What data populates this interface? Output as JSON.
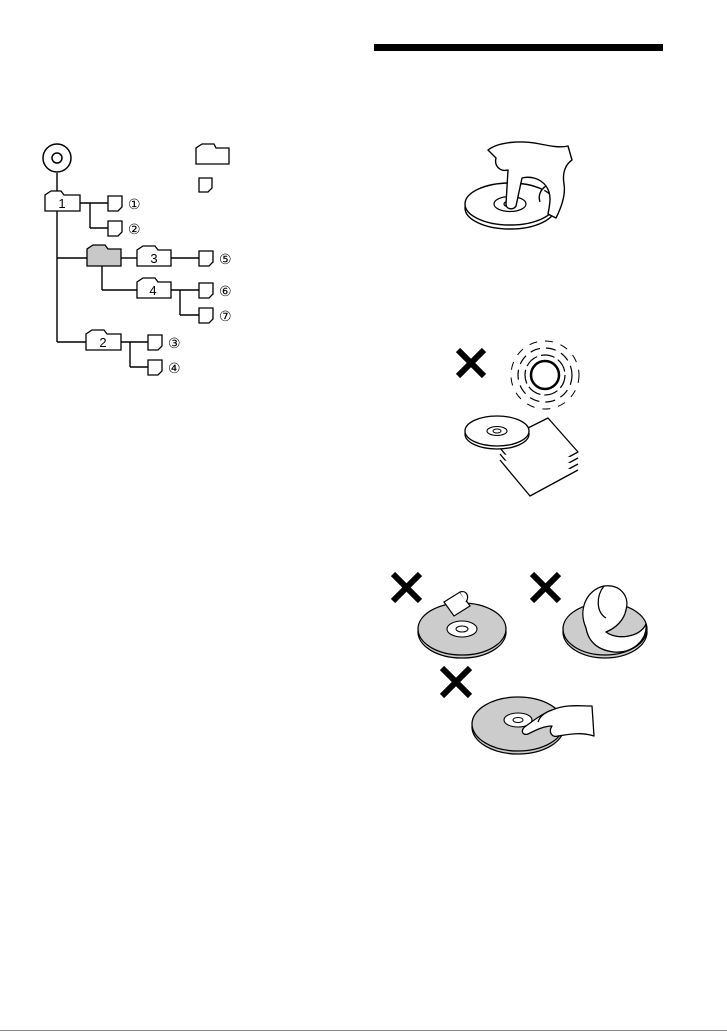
{
  "tree": {
    "folder_labels": [
      "1",
      "3",
      "4",
      "2"
    ],
    "track_markers": [
      "①",
      "②",
      "⑤",
      "⑥",
      "⑦",
      "③",
      "④"
    ]
  },
  "colors": {
    "ink": "#000000",
    "highlight_folder": "#c8c8c8",
    "disc_gray": "#cccccc"
  },
  "icons": [
    "disc-icon",
    "folder-icon",
    "file-icon",
    "x-mark-icon",
    "hand-icon"
  ]
}
